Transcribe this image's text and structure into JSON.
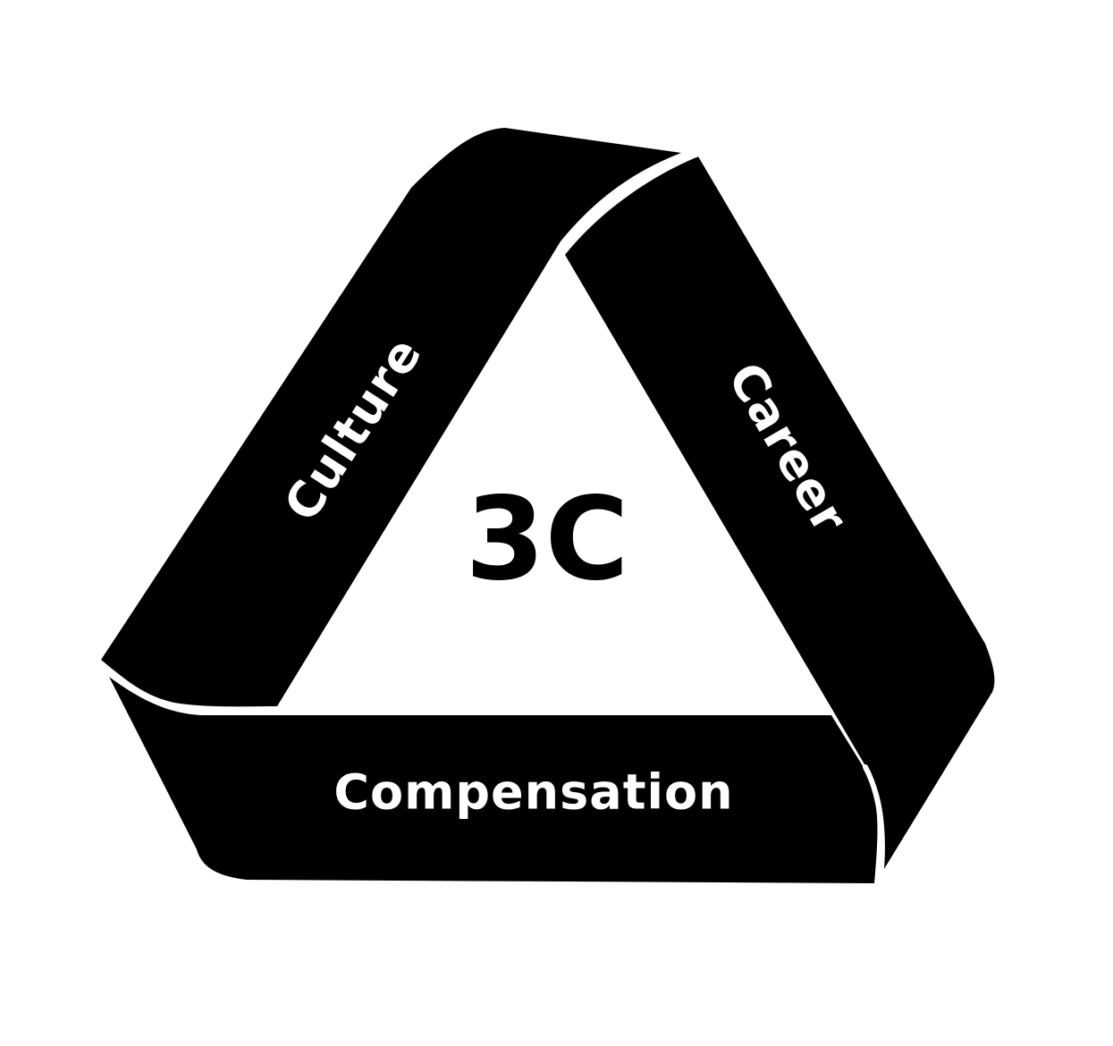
{
  "diagram": {
    "center_label": "3C",
    "bands": {
      "left": "Culture",
      "right": "Career",
      "bottom": "Compensation"
    },
    "colors": {
      "band_fill": "#000000",
      "band_text": "#ffffff",
      "edge_highlight": "#ffffff",
      "center_text": "#000000",
      "background": "#ffffff"
    }
  }
}
